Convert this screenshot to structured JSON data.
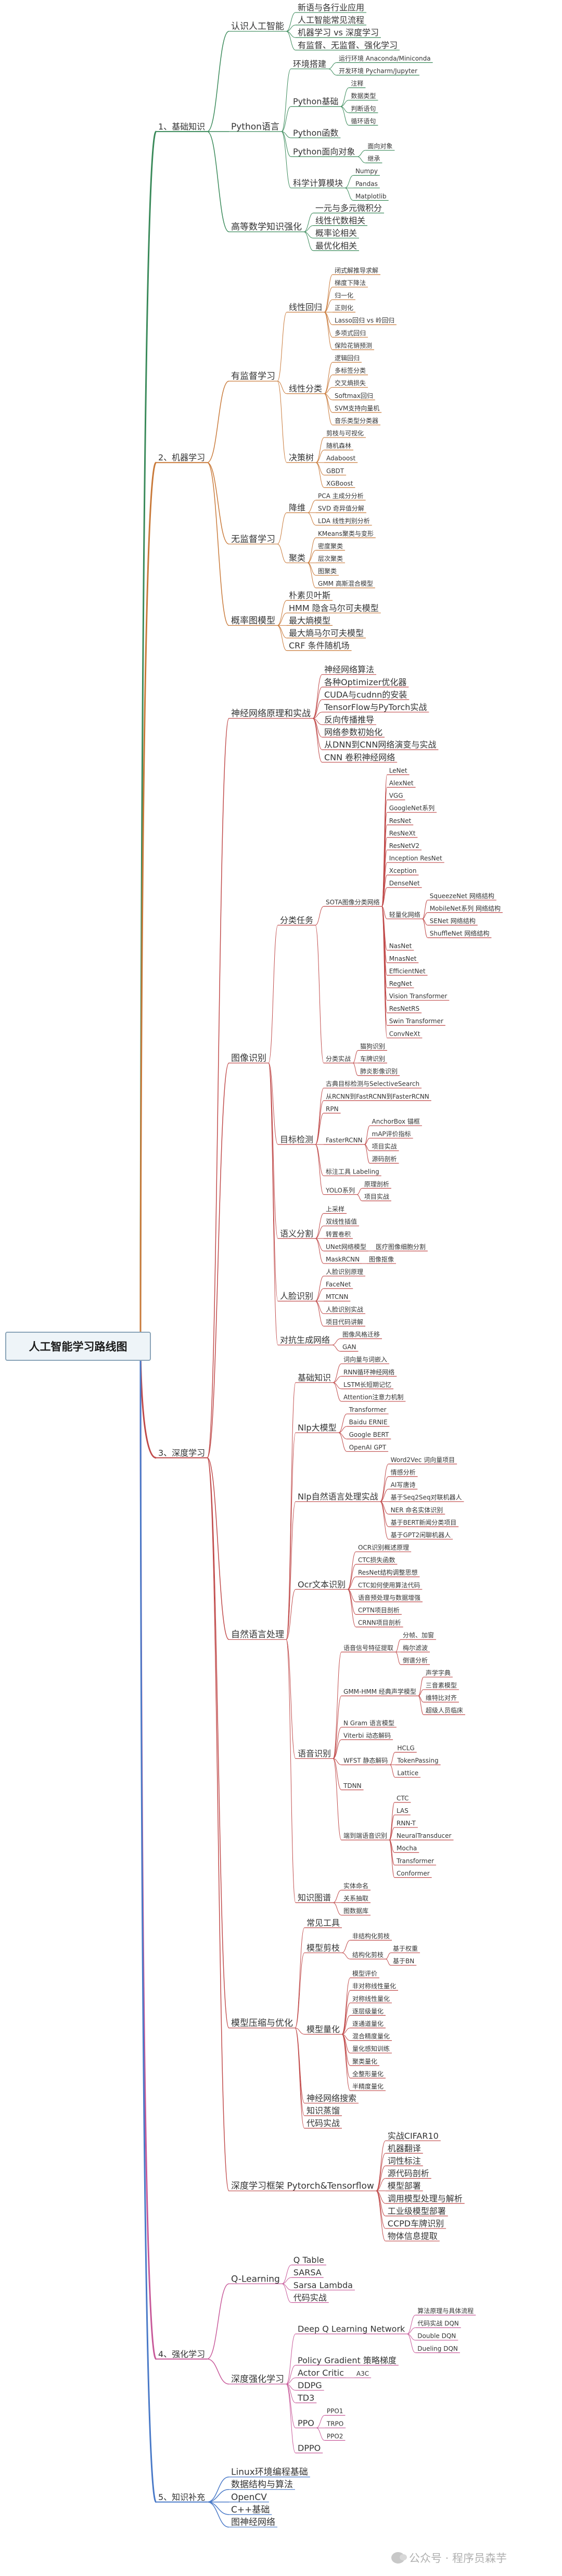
{
  "title": "人工智能学习路线图",
  "watermark": "公众号 · 程序员森芋",
  "branches": [
    {
      "t": "1、基础知识",
      "c": "#3a8a5a",
      "k": [
        {
          "t": "认识人工智能",
          "k": [
            {
              "t": "新语与各行业应用"
            },
            {
              "t": "人工智能常见流程"
            },
            {
              "t": "机器学习 vs 深度学习"
            },
            {
              "t": "有监督、无监督、强化学习"
            }
          ]
        },
        {
          "t": "Python语言",
          "k": [
            {
              "t": "环境搭建",
              "k": [
                {
                  "t": "运行环境 Anaconda/Miniconda"
                },
                {
                  "t": "开发环境 Pycharm/Jupyter"
                }
              ]
            },
            {
              "t": "Python基础",
              "k": [
                {
                  "t": "注释"
                },
                {
                  "t": "数据类型"
                },
                {
                  "t": "判断语句"
                },
                {
                  "t": "循环语句"
                }
              ]
            },
            {
              "t": "Python函数"
            },
            {
              "t": "Python面向对象",
              "k": [
                {
                  "t": "面向对象"
                },
                {
                  "t": "继承"
                }
              ]
            },
            {
              "t": "科学计算模块",
              "k": [
                {
                  "t": "Numpy"
                },
                {
                  "t": "Pandas"
                },
                {
                  "t": "Matplotlib"
                }
              ]
            }
          ]
        },
        {
          "t": "高等数学知识强化",
          "k": [
            {
              "t": "一元与多元微积分"
            },
            {
              "t": "线性代数相关"
            },
            {
              "t": "概率论相关"
            },
            {
              "t": "最优化相关"
            }
          ]
        }
      ]
    },
    {
      "t": "2、机器学习",
      "c": "#c97a3a",
      "k": [
        {
          "t": "有监督学习",
          "k": [
            {
              "t": "线性回归",
              "k": [
                {
                  "t": "闭式解推导求解"
                },
                {
                  "t": "梯度下降法"
                },
                {
                  "t": "归一化"
                },
                {
                  "t": "正则化"
                },
                {
                  "t": "Lasso回归 vs 岭回归"
                },
                {
                  "t": "多项式回归"
                },
                {
                  "t": "保险花销预测"
                }
              ]
            },
            {
              "t": "线性分类",
              "k": [
                {
                  "t": "逻辑回归"
                },
                {
                  "t": "多标签分类"
                },
                {
                  "t": "交叉熵损失"
                },
                {
                  "t": "Softmax回归"
                },
                {
                  "t": "SVM支持向量机"
                },
                {
                  "t": "音乐类型分类器"
                }
              ]
            },
            {
              "t": "决策树",
              "k": [
                {
                  "t": "剪枝与可视化"
                },
                {
                  "t": "随机森林"
                },
                {
                  "t": "Adaboost"
                },
                {
                  "t": "GBDT"
                },
                {
                  "t": "XGBoost"
                }
              ]
            }
          ]
        },
        {
          "t": "无监督学习",
          "k": [
            {
              "t": "降维",
              "k": [
                {
                  "t": "PCA 主成分分析"
                },
                {
                  "t": "SVD 奇异值分解"
                },
                {
                  "t": "LDA 线性判别分析"
                }
              ]
            },
            {
              "t": "聚类",
              "k": [
                {
                  "t": "KMeans聚类与变形"
                },
                {
                  "t": "密度聚类"
                },
                {
                  "t": "层次聚类"
                },
                {
                  "t": "图聚类"
                },
                {
                  "t": "GMM 高斯混合模型"
                }
              ]
            }
          ]
        },
        {
          "t": "概率图模型",
          "k": [
            {
              "t": "朴素贝叶斯"
            },
            {
              "t": "HMM 隐含马尔可夫模型"
            },
            {
              "t": "最大熵模型"
            },
            {
              "t": "最大熵马尔可夫模型"
            },
            {
              "t": "CRF 条件随机场"
            }
          ]
        }
      ]
    },
    {
      "t": "3、深度学习",
      "c": "#c04a4a",
      "k": [
        {
          "t": "神经网络原理和实战",
          "k": [
            {
              "t": "神经网络算法"
            },
            {
              "t": "各种Optimizer优化器"
            },
            {
              "t": "CUDA与cudnn的安装"
            },
            {
              "t": "TensorFlow与PyTorch实战"
            },
            {
              "t": "反向传播推导"
            },
            {
              "t": "网络参数初始化"
            },
            {
              "t": "从DNN到CNN网络演变与实战"
            },
            {
              "t": "CNN 卷积神经网络"
            }
          ]
        },
        {
          "t": "图像识别",
          "k": [
            {
              "t": "分类任务",
              "k": [
                {
                  "t": "SOTA图像分类网络",
                  "k": [
                    {
                      "t": "LeNet"
                    },
                    {
                      "t": "AlexNet"
                    },
                    {
                      "t": "VGG"
                    },
                    {
                      "t": "GoogleNet系列"
                    },
                    {
                      "t": "ResNet"
                    },
                    {
                      "t": "ResNeXt"
                    },
                    {
                      "t": "ResNetV2"
                    },
                    {
                      "t": "Inception ResNet"
                    },
                    {
                      "t": "Xception"
                    },
                    {
                      "t": "DenseNet"
                    },
                    {
                      "t": "轻量化网络",
                      "k": [
                        {
                          "t": "SqueezeNet 网络结构"
                        },
                        {
                          "t": "MobileNet系列 网络结构"
                        },
                        {
                          "t": "SENet 网络结构"
                        },
                        {
                          "t": "ShuffleNet 网络结构"
                        }
                      ]
                    },
                    {
                      "t": "NasNet"
                    },
                    {
                      "t": "MnasNet"
                    },
                    {
                      "t": "EfficientNet"
                    },
                    {
                      "t": "RegNet"
                    },
                    {
                      "t": "Vision Transformer"
                    },
                    {
                      "t": "ResNetRS"
                    },
                    {
                      "t": "Swin Transformer"
                    },
                    {
                      "t": "ConvNeXt"
                    }
                  ]
                },
                {
                  "t": "分类实战",
                  "k": [
                    {
                      "t": "猫狗识别"
                    },
                    {
                      "t": "车牌识别"
                    },
                    {
                      "t": "肺炎影像识别"
                    }
                  ]
                }
              ]
            },
            {
              "t": "目标检测",
              "k": [
                {
                  "t": "古典目标检测与SelectiveSearch"
                },
                {
                  "t": "从RCNN到FastRCNN到FasterRCNN"
                },
                {
                  "t": "RPN"
                },
                {
                  "t": "FasterRCNN",
                  "k": [
                    {
                      "t": "AnchorBox 锚框"
                    },
                    {
                      "t": "mAP评价指标"
                    },
                    {
                      "t": "项目实战"
                    },
                    {
                      "t": "源码剖析"
                    }
                  ]
                },
                {
                  "t": "标注工具 Labeling"
                },
                {
                  "t": "YOLO系列",
                  "k": [
                    {
                      "t": "原理剖析"
                    },
                    {
                      "t": "项目实战"
                    }
                  ]
                }
              ]
            },
            {
              "t": "语义分割",
              "k": [
                {
                  "t": "上采样"
                },
                {
                  "t": "双线性插值"
                },
                {
                  "t": "转置卷积"
                },
                {
                  "t": "UNet网络模型",
                  "k": [
                    {
                      "t": "医疗图像细胞分割"
                    }
                  ]
                },
                {
                  "t": "MaskRCNN",
                  "k": [
                    {
                      "t": "图像抠像"
                    }
                  ]
                }
              ]
            },
            {
              "t": "人脸识别",
              "k": [
                {
                  "t": "人脸识别原理"
                },
                {
                  "t": "FaceNet"
                },
                {
                  "t": "MTCNN"
                },
                {
                  "t": "人脸识别实战"
                },
                {
                  "t": "项目代码讲解"
                }
              ]
            },
            {
              "t": "对抗生成网络",
              "k": [
                {
                  "t": "图像风格迁移"
                },
                {
                  "t": "GAN"
                }
              ]
            }
          ]
        },
        {
          "t": "自然语言处理",
          "k": [
            {
              "t": "基础知识",
              "k": [
                {
                  "t": "词向量与词嵌入"
                },
                {
                  "t": "RNN循环神经网络"
                },
                {
                  "t": "LSTM长短期记忆"
                },
                {
                  "t": "Attention注意力机制"
                }
              ]
            },
            {
              "t": "Nlp大模型",
              "k": [
                {
                  "t": "Transformer"
                },
                {
                  "t": "Baidu ERNIE"
                },
                {
                  "t": "Google BERT"
                },
                {
                  "t": "OpenAI GPT"
                }
              ]
            },
            {
              "t": "Nlp自然语言处理实战",
              "k": [
                {
                  "t": "Word2Vec 词向量项目"
                },
                {
                  "t": "情感分析"
                },
                {
                  "t": "AI写唐诗"
                },
                {
                  "t": "基于Seq2Seq对联机器人"
                },
                {
                  "t": "NER 命名实体识别"
                },
                {
                  "t": "基于BERT新闻分类项目"
                },
                {
                  "t": "基于GPT2闲聊机器人"
                }
              ]
            },
            {
              "t": "Ocr文本识别",
              "k": [
                {
                  "t": "OCR识别概述原理"
                },
                {
                  "t": "CTC损失函数"
                },
                {
                  "t": "ResNet结构调整思想"
                },
                {
                  "t": "CTC如何使用算法代码"
                },
                {
                  "t": "语音预处理与数据增强"
                },
                {
                  "t": "CPTN项目剖析"
                },
                {
                  "t": "CRNN项目剖析"
                }
              ]
            },
            {
              "t": "语音识别",
              "k": [
                {
                  "t": "语音信号特征提取",
                  "k": [
                    {
                      "t": "分帧、加窗"
                    },
                    {
                      "t": "梅尔滤波"
                    },
                    {
                      "t": "倒谱分析"
                    }
                  ]
                },
                {
                  "t": "GMM-HMM 经典声学模型",
                  "k": [
                    {
                      "t": "声学字典"
                    },
                    {
                      "t": "三音素模型"
                    },
                    {
                      "t": "维特比对齐"
                    },
                    {
                      "t": "超级人员临床"
                    }
                  ]
                },
                {
                  "t": "N Gram 语言模型"
                },
                {
                  "t": "Viterbi 动态解码"
                },
                {
                  "t": "WFST 静态解码",
                  "k": [
                    {
                      "t": "HCLG"
                    },
                    {
                      "t": "TokenPassing"
                    },
                    {
                      "t": "Lattice"
                    }
                  ]
                },
                {
                  "t": "TDNN"
                },
                {
                  "t": "端到端语音识别",
                  "k": [
                    {
                      "t": "CTC"
                    },
                    {
                      "t": "LAS"
                    },
                    {
                      "t": "RNN-T"
                    },
                    {
                      "t": "NeuralTransducer"
                    },
                    {
                      "t": "Mocha"
                    },
                    {
                      "t": "Transformer"
                    },
                    {
                      "t": "Conformer"
                    }
                  ]
                }
              ]
            },
            {
              "t": "知识图谱",
              "k": [
                {
                  "t": "实体命名"
                },
                {
                  "t": "关系抽取"
                },
                {
                  "t": "图数据库"
                }
              ]
            }
          ]
        },
        {
          "t": "模型压缩与优化",
          "k": [
            {
              "t": "常见工具"
            },
            {
              "t": "模型剪枝",
              "k": [
                {
                  "t": "非结构化剪枝"
                },
                {
                  "t": "结构化剪枝",
                  "k": [
                    {
                      "t": "基于权重"
                    },
                    {
                      "t": "基于BN"
                    }
                  ]
                }
              ]
            },
            {
              "t": "模型量化",
              "k": [
                {
                  "t": "模型评价"
                },
                {
                  "t": "非对称线性量化"
                },
                {
                  "t": "对称线性量化"
                },
                {
                  "t": "逐层级量化"
                },
                {
                  "t": "逐通道量化"
                },
                {
                  "t": "混合精度量化"
                },
                {
                  "t": "量化感知训练"
                },
                {
                  "t": "聚类量化"
                },
                {
                  "t": "全整形量化"
                },
                {
                  "t": "半精度量化"
                }
              ]
            },
            {
              "t": "神经网络搜索"
            },
            {
              "t": "知识蒸馏"
            },
            {
              "t": "代码实战"
            }
          ]
        },
        {
          "t": "深度学习框架 Pytorch&Tensorflow",
          "k": [
            {
              "t": "实战CIFAR10"
            },
            {
              "t": "机器翻译"
            },
            {
              "t": "词性标注"
            },
            {
              "t": "源代码剖析"
            },
            {
              "t": "模型部署"
            },
            {
              "t": "调用模型处理与解析"
            },
            {
              "t": "工业级模型部署"
            },
            {
              "t": "CCPD车牌识别"
            },
            {
              "t": "物体信息提取"
            }
          ]
        }
      ]
    },
    {
      "t": "4、强化学习",
      "c": "#c85a9a",
      "k": [
        {
          "t": "Q-Learning",
          "k": [
            {
              "t": "Q Table"
            },
            {
              "t": "SARSA"
            },
            {
              "t": "Sarsa Lambda"
            },
            {
              "t": "代码实战"
            }
          ]
        },
        {
          "t": "深度强化学习",
          "k": [
            {
              "t": "Deep Q Learning Network",
              "k": [
                {
                  "t": "算法原理与具体流程"
                },
                {
                  "t": "代码实战 DQN"
                },
                {
                  "t": "Double DQN"
                },
                {
                  "t": "Dueling DQN"
                }
              ]
            },
            {
              "t": "Policy Gradient 策略梯度"
            },
            {
              "t": "Actor Critic",
              "k": [
                {
                  "t": "A3C"
                }
              ]
            },
            {
              "t": "DDPG"
            },
            {
              "t": "TD3"
            },
            {
              "t": "PPO",
              "k": [
                {
                  "t": "PPO1"
                },
                {
                  "t": "TRPO"
                },
                {
                  "t": "PPO2"
                }
              ]
            },
            {
              "t": "DPPO"
            }
          ]
        }
      ]
    },
    {
      "t": "5、知识补充",
      "c": "#4a7ac8",
      "k": [
        {
          "t": "Linux环境编程基础"
        },
        {
          "t": "数据结构与算法"
        },
        {
          "t": "OpenCV"
        },
        {
          "t": "C++基础"
        },
        {
          "t": "图神经网络"
        }
      ]
    }
  ]
}
